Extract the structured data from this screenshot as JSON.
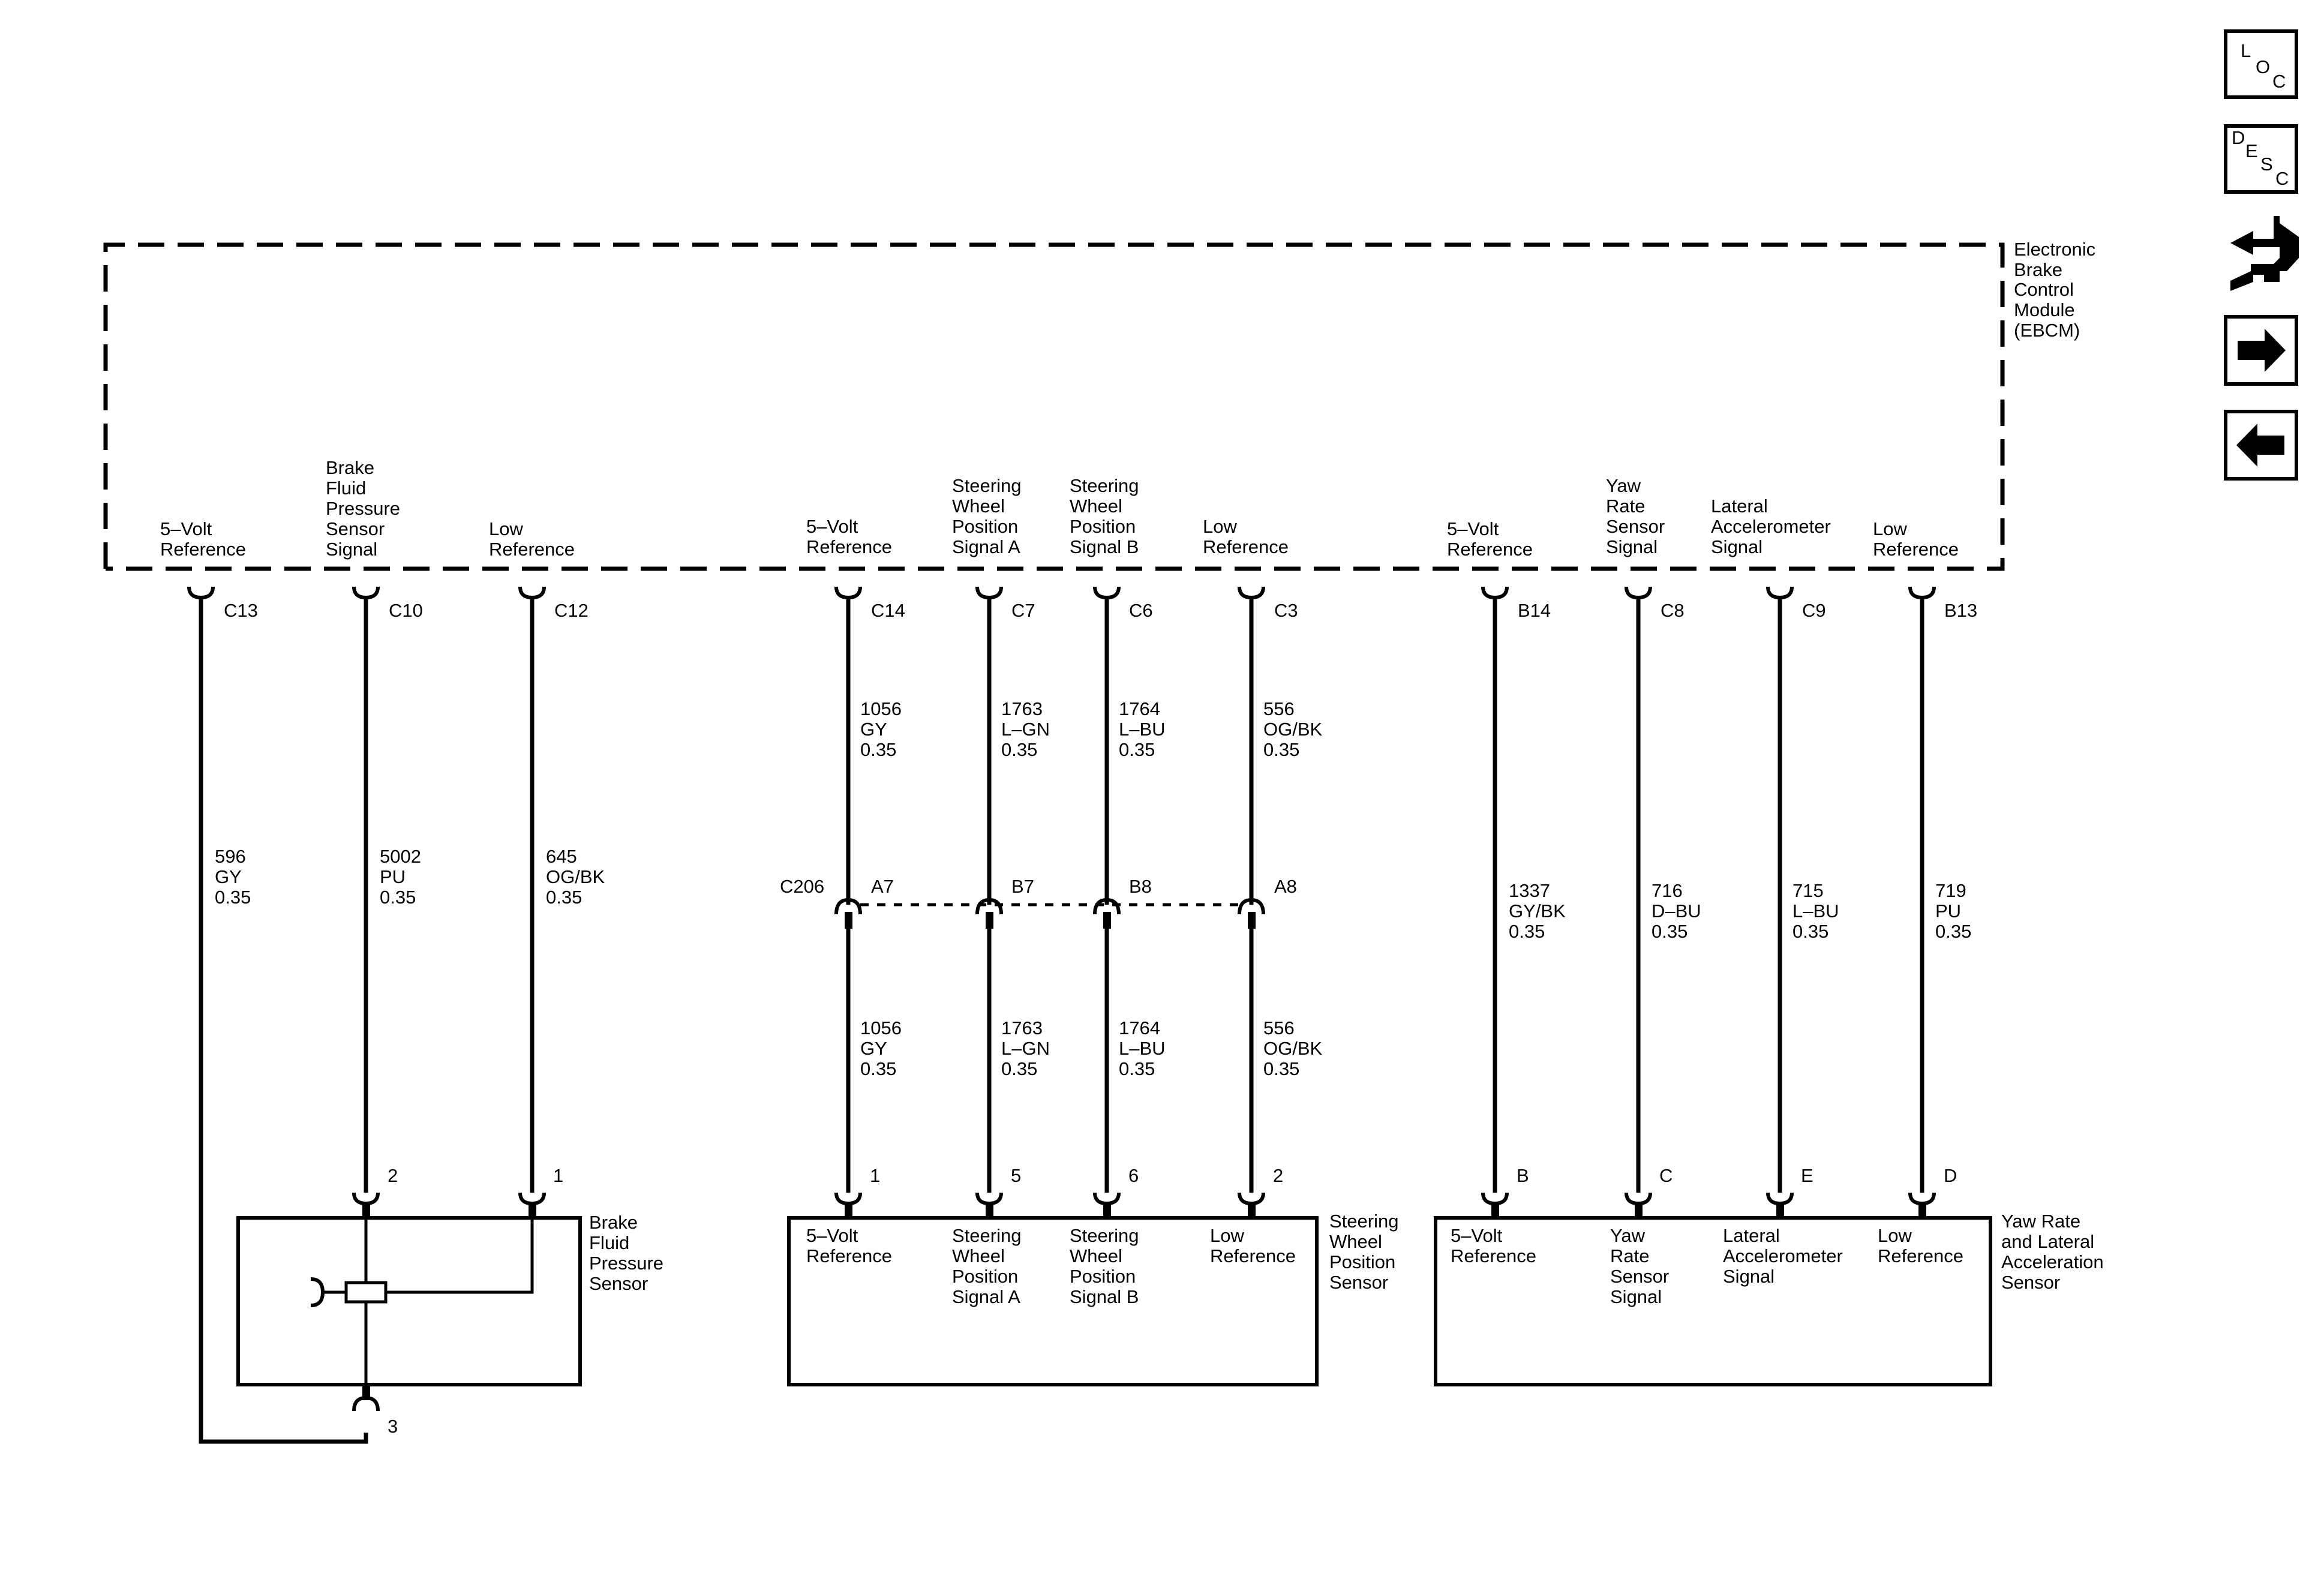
{
  "nav_icons": {
    "loc": [
      "L",
      "O",
      "C"
    ],
    "desc": [
      "D",
      "E",
      "S",
      "C"
    ]
  },
  "ebcm": {
    "label": [
      "Electronic",
      "Brake",
      "Control",
      "Module",
      "(EBCM)"
    ]
  },
  "module_pins": [
    {
      "id": "c13",
      "label": [
        "5–Volt",
        "Reference"
      ],
      "pin": "C13"
    },
    {
      "id": "c10",
      "label": [
        "Brake",
        "Fluid",
        "Pressure",
        "Sensor",
        "Signal"
      ],
      "pin": "C10"
    },
    {
      "id": "c12",
      "label": [
        "Low",
        "Reference"
      ],
      "pin": "C12"
    },
    {
      "id": "c14",
      "label": [
        "5–Volt",
        "Reference"
      ],
      "pin": "C14"
    },
    {
      "id": "c7",
      "label": [
        "Steering",
        "Wheel",
        "Position",
        "Signal A"
      ],
      "pin": "C7"
    },
    {
      "id": "c6",
      "label": [
        "Steering",
        "Wheel",
        "Position",
        "Signal B"
      ],
      "pin": "C6"
    },
    {
      "id": "c3",
      "label": [
        "Low",
        "Reference"
      ],
      "pin": "C3"
    },
    {
      "id": "b14",
      "label": [
        "5–Volt",
        "Reference"
      ],
      "pin": "B14"
    },
    {
      "id": "c8",
      "label": [
        "Yaw",
        "Rate",
        "Sensor",
        "Signal"
      ],
      "pin": "C8"
    },
    {
      "id": "c9",
      "label": [
        "Lateral",
        "Accelerometer",
        "Signal"
      ],
      "pin": "C9"
    },
    {
      "id": "b13",
      "label": [
        "Low",
        "Reference"
      ],
      "pin": "B13"
    }
  ],
  "wires_upper": [
    {
      "id": "c13",
      "circuit": "596",
      "color": "GY",
      "size": "0.35"
    },
    {
      "id": "c10",
      "circuit": "5002",
      "color": "PU",
      "size": "0.35"
    },
    {
      "id": "c12",
      "circuit": "645",
      "color": "OG/BK",
      "size": "0.35"
    },
    {
      "id": "c14",
      "circuit": "1056",
      "color": "GY",
      "size": "0.35"
    },
    {
      "id": "c7",
      "circuit": "1763",
      "color": "L–GN",
      "size": "0.35"
    },
    {
      "id": "c6",
      "circuit": "1764",
      "color": "L–BU",
      "size": "0.35"
    },
    {
      "id": "c3",
      "circuit": "556",
      "color": "OG/BK",
      "size": "0.35"
    },
    {
      "id": "b14",
      "circuit": "1337",
      "color": "GY/BK",
      "size": "0.35"
    },
    {
      "id": "c8",
      "circuit": "716",
      "color": "D–BU",
      "size": "0.35"
    },
    {
      "id": "c9",
      "circuit": "715",
      "color": "L–BU",
      "size": "0.35"
    },
    {
      "id": "b13",
      "circuit": "719",
      "color": "PU",
      "size": "0.35"
    }
  ],
  "inline_connector": {
    "name": "C206",
    "pins": [
      {
        "id": "a7",
        "pin": "A7"
      },
      {
        "id": "b7",
        "pin": "B7"
      },
      {
        "id": "b8",
        "pin": "B8"
      },
      {
        "id": "a8",
        "pin": "A8"
      }
    ]
  },
  "wires_lower": [
    {
      "id": "c14",
      "circuit": "1056",
      "color": "GY",
      "size": "0.35"
    },
    {
      "id": "c7",
      "circuit": "1763",
      "color": "L–GN",
      "size": "0.35"
    },
    {
      "id": "c6",
      "circuit": "1764",
      "color": "L–BU",
      "size": "0.35"
    },
    {
      "id": "c3",
      "circuit": "556",
      "color": "OG/BK",
      "size": "0.35"
    }
  ],
  "brake_sensor": {
    "label": [
      "Brake",
      "Fluid",
      "Pressure",
      "Sensor"
    ],
    "pins": [
      {
        "id": "p2",
        "pin": "2"
      },
      {
        "id": "p1",
        "pin": "1"
      },
      {
        "id": "p3",
        "pin": "3"
      }
    ]
  },
  "steering_sensor": {
    "label": [
      "Steering",
      "Wheel",
      "Position",
      "Sensor"
    ],
    "pins": [
      {
        "id": "p1",
        "pin": "1",
        "label": [
          "5–Volt",
          "Reference"
        ]
      },
      {
        "id": "p5",
        "pin": "5",
        "label": [
          "Steering",
          "Wheel",
          "Position",
          "Signal A"
        ]
      },
      {
        "id": "p6",
        "pin": "6",
        "label": [
          "Steering",
          "Wheel",
          "Position",
          "Signal B"
        ]
      },
      {
        "id": "p2",
        "pin": "2",
        "label": [
          "Low",
          "Reference"
        ]
      }
    ]
  },
  "yaw_sensor": {
    "label": [
      "Yaw Rate",
      "and Lateral",
      "Acceleration",
      "Sensor"
    ],
    "pins": [
      {
        "id": "pb",
        "pin": "B",
        "label": [
          "5–Volt",
          "Reference"
        ]
      },
      {
        "id": "pc",
        "pin": "C",
        "label": [
          "Yaw",
          "Rate",
          "Sensor",
          "Signal"
        ]
      },
      {
        "id": "pe",
        "pin": "E",
        "label": [
          "Lateral",
          "Accelerometer",
          "Signal"
        ]
      },
      {
        "id": "pd",
        "pin": "D",
        "label": [
          "Low",
          "Reference"
        ]
      }
    ]
  }
}
